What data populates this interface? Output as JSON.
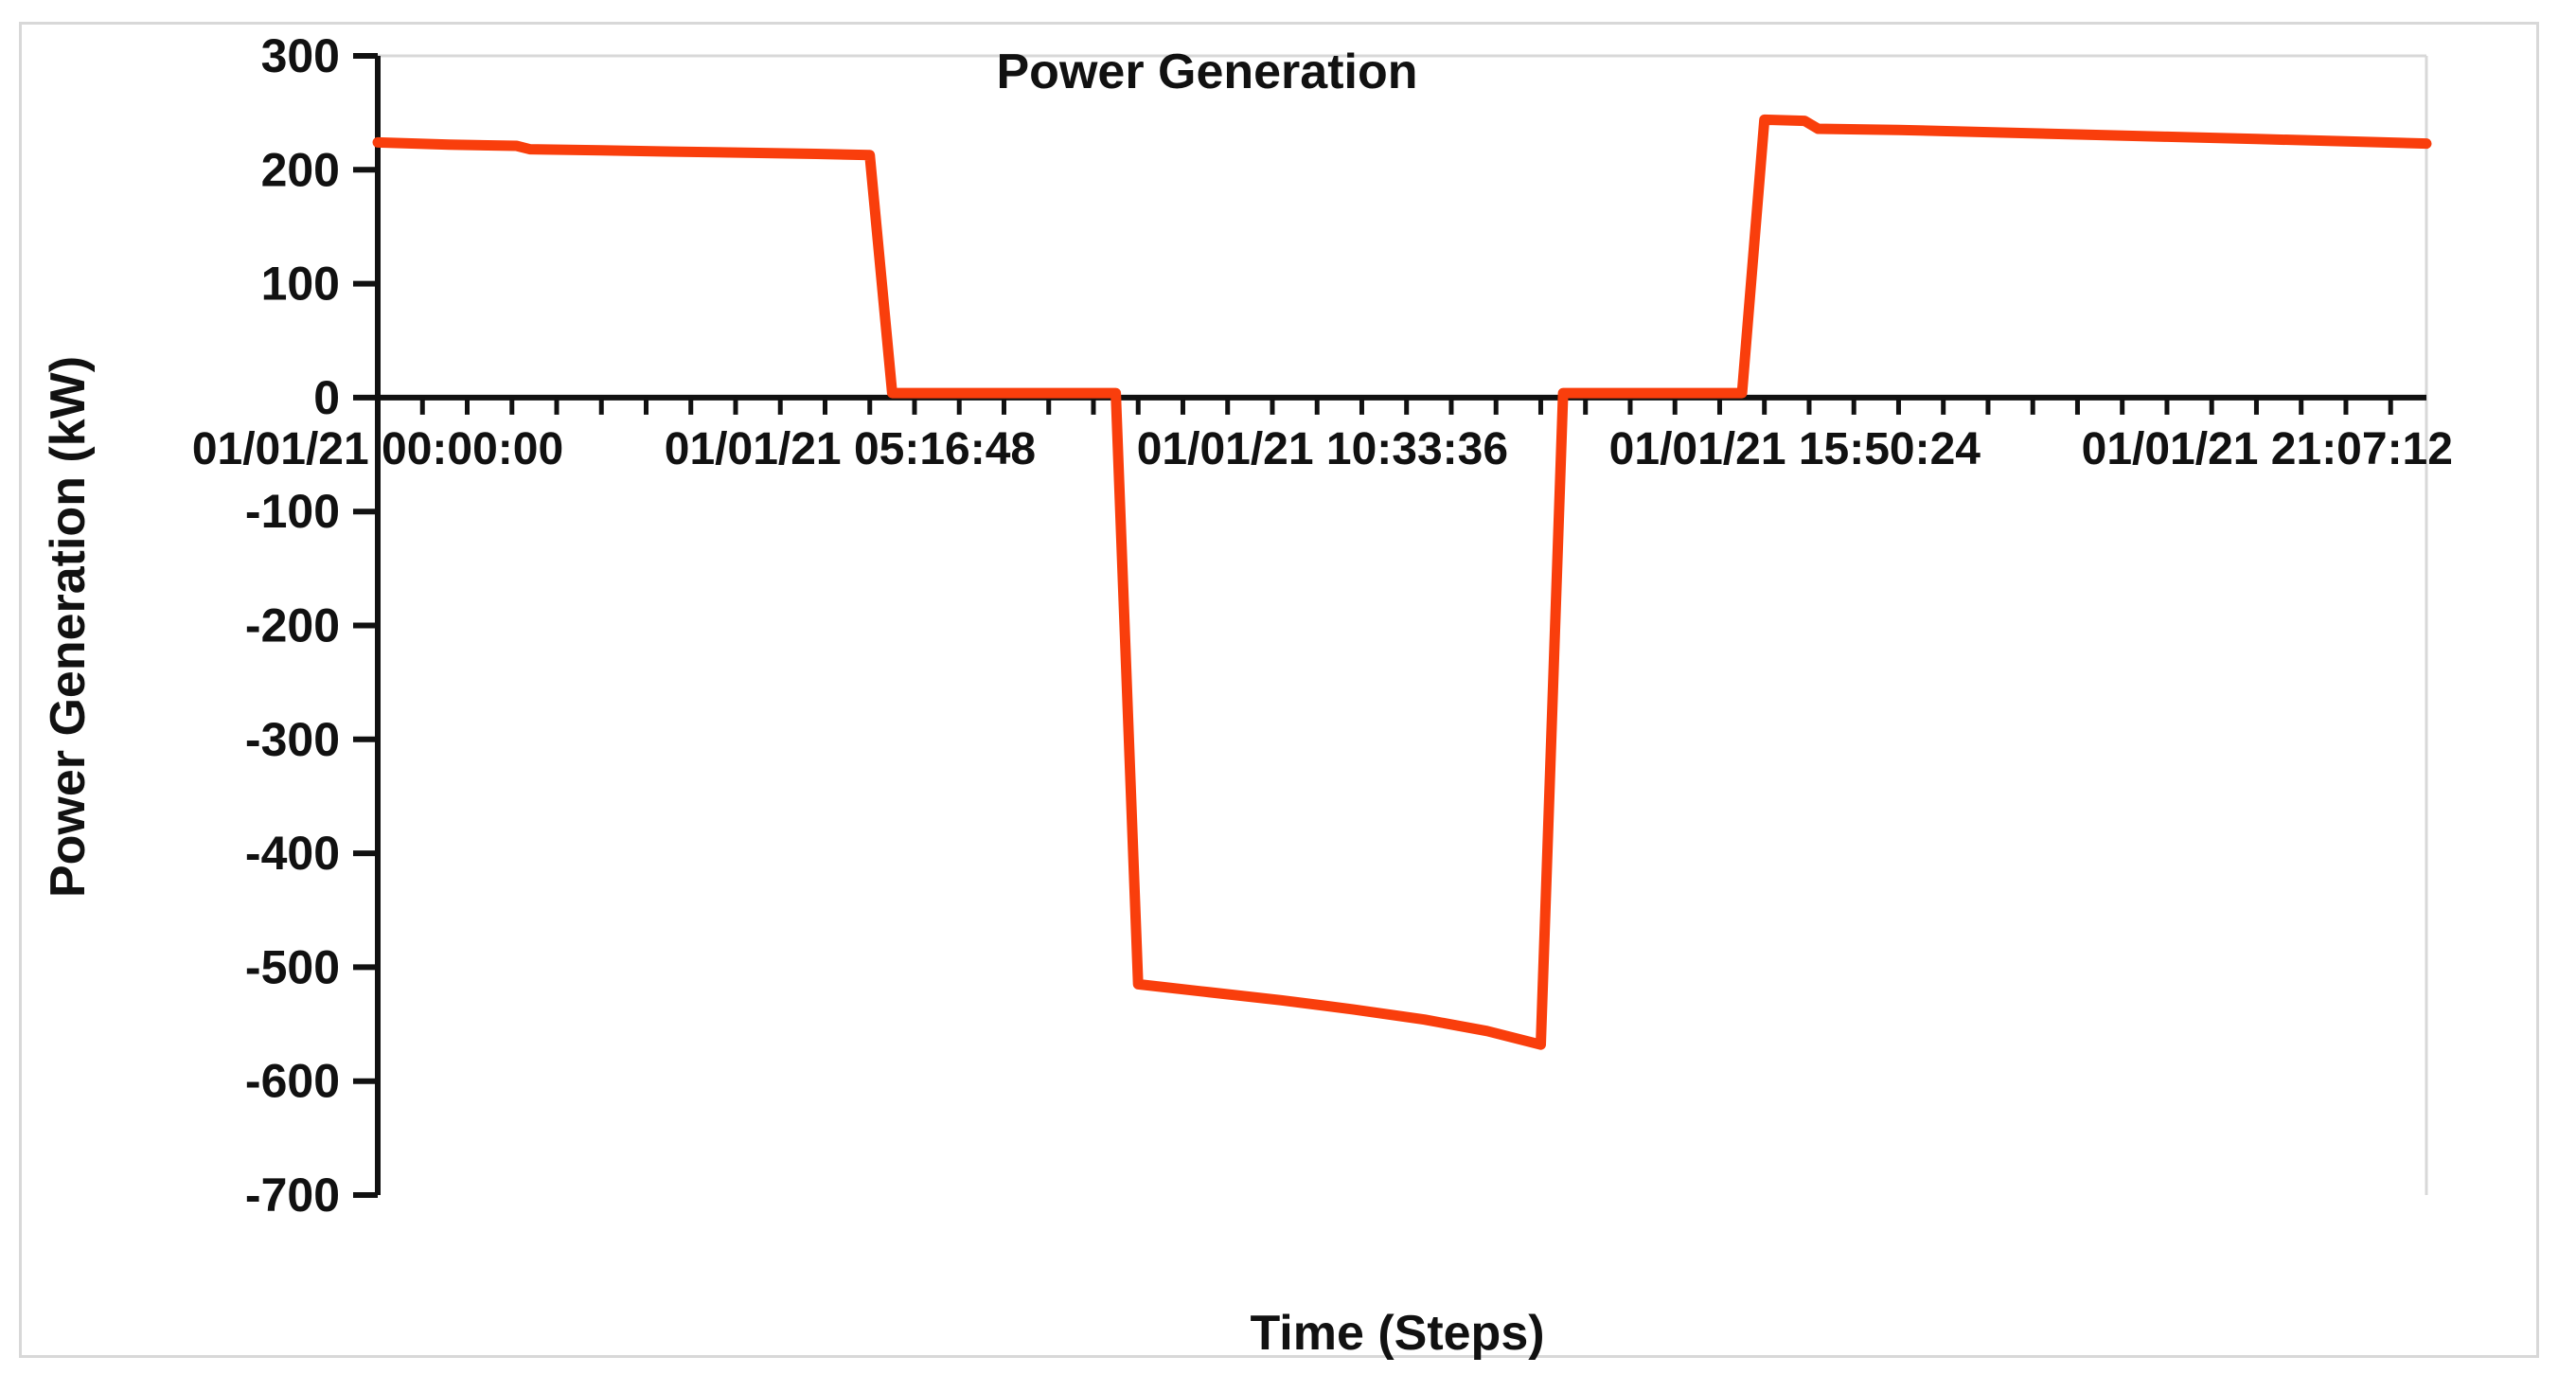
{
  "figure": {
    "background": "#ffffff",
    "border_color": "#d8d8d8",
    "axis_color": "#111111",
    "text_color": "#111111"
  },
  "chart_data": {
    "type": "line",
    "title": "Power Generation",
    "xlabel": "Time (Steps)",
    "ylabel": "Power Generation (kW)",
    "x_unit": "time of day on 01/01/21, hours since 00:00:00",
    "y_unit": "kW",
    "xlim": [
      0,
      22.9
    ],
    "ylim": [
      -700,
      300
    ],
    "grid": false,
    "legend": false,
    "y_ticks": [
      300,
      200,
      100,
      0,
      -100,
      -200,
      -300,
      -400,
      -500,
      -600,
      -700
    ],
    "x_major_ticks": [
      {
        "hours": 0.0,
        "label": "01/01/21 00:00:00"
      },
      {
        "hours": 5.28,
        "label": "01/01/21 05:16:48"
      },
      {
        "hours": 10.56,
        "label": "01/01/21 10:33:36"
      },
      {
        "hours": 15.84,
        "label": "01/01/21 15:50:24"
      },
      {
        "hours": 21.12,
        "label": "01/01/21 21:07:12"
      }
    ],
    "x_minor_tick_interval_hours": 0.5,
    "series": [
      {
        "name": "Power Generation",
        "color": "#F93E0C",
        "line_width": 11,
        "points": [
          [
            0.0,
            224
          ],
          [
            0.8,
            222
          ],
          [
            1.55,
            221
          ],
          [
            1.7,
            218
          ],
          [
            2.5,
            217
          ],
          [
            3.3,
            216
          ],
          [
            4.1,
            215
          ],
          [
            4.9,
            214
          ],
          [
            5.5,
            213
          ],
          [
            5.75,
            4
          ],
          [
            6.5,
            4
          ],
          [
            7.25,
            4
          ],
          [
            8.25,
            4
          ],
          [
            8.5,
            -515
          ],
          [
            9.3,
            -522
          ],
          [
            10.1,
            -529
          ],
          [
            10.9,
            -537
          ],
          [
            11.7,
            -546
          ],
          [
            12.4,
            -556
          ],
          [
            13.0,
            -568
          ],
          [
            13.25,
            4
          ],
          [
            14.0,
            4
          ],
          [
            14.75,
            4
          ],
          [
            15.25,
            4
          ],
          [
            15.5,
            244
          ],
          [
            15.95,
            243
          ],
          [
            16.1,
            236
          ],
          [
            17.0,
            235
          ],
          [
            18.0,
            233
          ],
          [
            19.0,
            231
          ],
          [
            20.0,
            229
          ],
          [
            21.0,
            227
          ],
          [
            22.0,
            225
          ],
          [
            22.9,
            223
          ]
        ]
      }
    ]
  }
}
